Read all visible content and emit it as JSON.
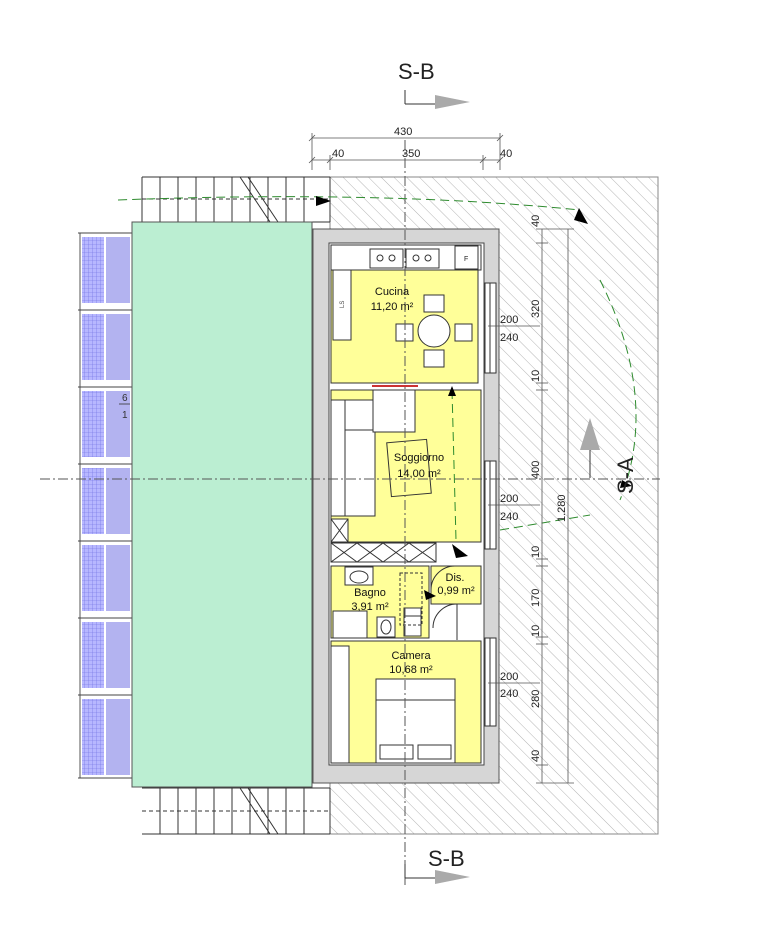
{
  "sections": {
    "top": "S-B",
    "bottom": "S-B",
    "right": "S-A"
  },
  "dimensions_horizontal": {
    "total": "430",
    "left": "40",
    "center": "350",
    "right": "40"
  },
  "dimensions_vertical": [
    "40",
    "320",
    "10",
    "400",
    "10",
    "170",
    "10",
    "280",
    "40"
  ],
  "dimension_total_vertical": "1.280",
  "window_dims": [
    {
      "top": "200",
      "bottom": "240"
    },
    {
      "top": "200",
      "bottom": "240"
    },
    {
      "top": "200",
      "bottom": "240"
    }
  ],
  "rooms": [
    {
      "name": "Cucina",
      "area": "11,20 m²"
    },
    {
      "name": "Soggiorno",
      "area": "14,00 m²"
    },
    {
      "name": "Bagno",
      "area": "3,91 m²"
    },
    {
      "name": "Dis.",
      "area": "0,99 m²"
    },
    {
      "name": "Camera",
      "area": "10,68 m²"
    }
  ],
  "fixtures": {
    "fridge": "F",
    "dishwasher": "LS"
  },
  "left_marks": {
    "top": "6",
    "bottom": "1"
  },
  "colors": {
    "room_fill": "#ffff99",
    "terrace_fill": "#bbeed2",
    "glass_fill": "#b3b3f0",
    "wall_fill": "#d8d8d8",
    "axis_green": "#2e8b2e"
  }
}
